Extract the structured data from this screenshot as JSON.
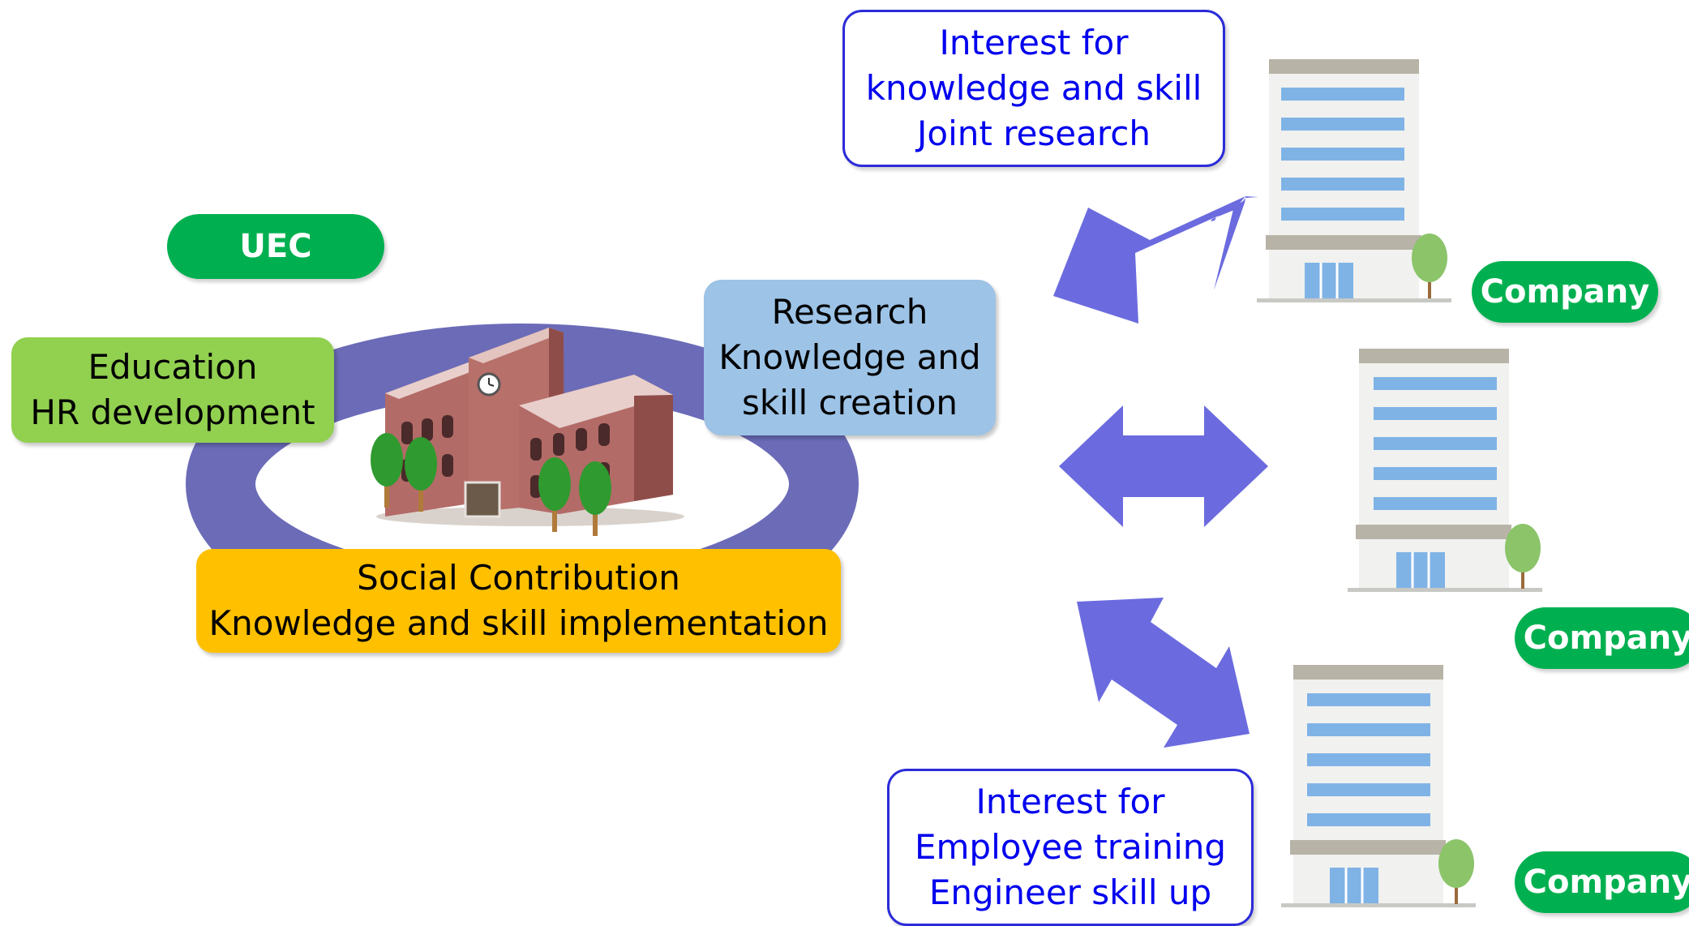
{
  "labels": {
    "uec": "UEC",
    "company_top": "Company",
    "company_middle": "Company",
    "company_bottom": "Company"
  },
  "education_box": {
    "line1": "Education",
    "line2": "HR development"
  },
  "research_box": {
    "line1": "Research",
    "line2": "Knowledge and",
    "line3": "skill creation"
  },
  "social_box": {
    "line1": "Social Contribution",
    "line2": "Knowledge and skill implementation"
  },
  "callout_top": {
    "line1": "Interest for",
    "line2": "knowledge and skill",
    "line3": "Joint research"
  },
  "callout_bottom": {
    "line1": "Interest for",
    "line2": "Employee training",
    "line3": "Engineer skill up"
  },
  "colors": {
    "uec_company_label": "#00b050",
    "education": "#92d050",
    "research": "#9dc3e6",
    "social": "#ffc000",
    "arrow": "#6b6bdf",
    "ring": "#6b6bb8",
    "callout_text": "#0000ee"
  },
  "icons": {
    "university": "university-building-icon",
    "company": "office-building-icon",
    "arrow": "double-arrow-icon"
  }
}
